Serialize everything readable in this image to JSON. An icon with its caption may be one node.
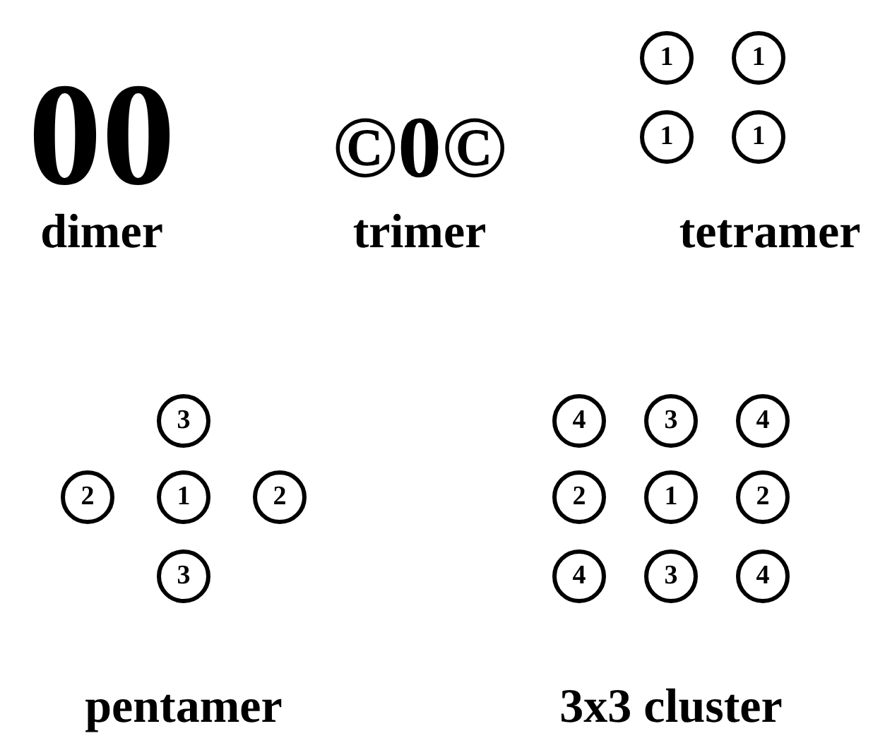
{
  "diagram": {
    "nodes": [
      {
        "text": [
          "1"
        ]
      },
      {
        "text": [
          "1"
        ]
      },
      {
        "text": [
          "1"
        ]
      },
      {
        "text": [
          "1"
        ]
      },
      {
        "text": [
          "3"
        ]
      },
      {
        "text": [
          "2"
        ]
      },
      {
        "text": [
          "1"
        ]
      },
      {
        "text": [
          "2"
        ]
      },
      {
        "text": [
          "3"
        ]
      },
      {
        "text": [
          "4"
        ]
      },
      {
        "text": [
          "3"
        ]
      },
      {
        "text": [
          "4"
        ]
      },
      {
        "text": [
          "2"
        ]
      },
      {
        "text": [
          "1"
        ]
      },
      {
        "text": [
          "2"
        ]
      },
      {
        "text": [
          "4"
        ]
      },
      {
        "text": [
          "3"
        ]
      },
      {
        "text": [
          "4"
        ]
      }
    ],
    "labels": [
      "00",
      "©0©",
      "dimer",
      "trimer",
      "tetramer",
      "pentamer",
      "3x3 cluster"
    ]
  }
}
